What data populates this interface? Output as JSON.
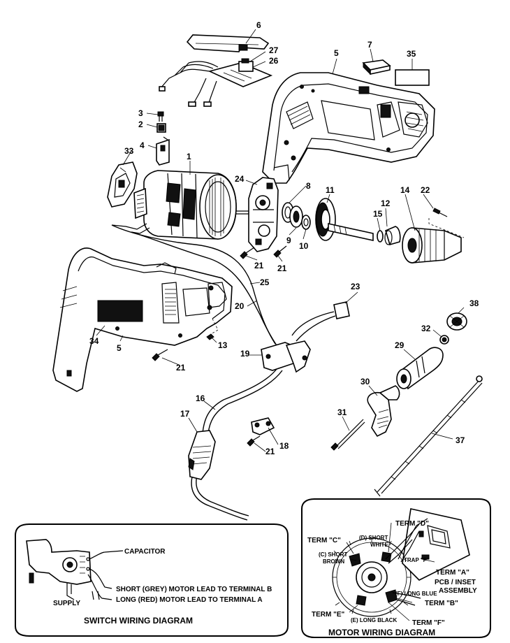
{
  "parts": {
    "p1": "1",
    "p2": "2",
    "p3": "3",
    "p4": "4",
    "p5a": "5",
    "p5b": "5",
    "p6": "6",
    "p7": "7",
    "p8": "8",
    "p9": "9",
    "p10": "10",
    "p11": "11",
    "p12": "12",
    "p13": "13",
    "p14": "14",
    "p15": "15",
    "p16": "16",
    "p17": "17",
    "p18": "18",
    "p19": "19",
    "p20": "20",
    "p21a": "21",
    "p21b": "21",
    "p21c": "21",
    "p21d": "21",
    "p22": "22",
    "p23": "23",
    "p24": "24",
    "p25": "25",
    "p26": "26",
    "p27": "27",
    "p29": "29",
    "p30": "30",
    "p31": "31",
    "p32": "32",
    "p33": "33",
    "p34": "34",
    "p35": "35",
    "p37": "37",
    "p38": "38"
  },
  "switch_diagram": {
    "title": "SWITCH WIRING DIAGRAM",
    "capacitor": "CAPACITOR",
    "supply": "SUPPLY",
    "lead_b": "SHORT (GREY) MOTOR LEAD TO TERMINAL B",
    "lead_a": "LONG (RED) MOTOR LEAD TO TERMINAL A"
  },
  "motor_diagram": {
    "title": "MOTOR WIRING DIAGRAM",
    "term_c": "TERM \"C\"",
    "term_d": "TERM \"D\"",
    "short_white_1": "(D) SHORT",
    "short_white_2": "WHITE",
    "short_brown_1": "(C) SHORT",
    "short_brown_2": "BROWN",
    "trap_p": "TRAP \"P\"",
    "term_a": "TERM \"A\"",
    "pcb_1": "PCB / INSET",
    "pcb_2": "ASSEMBLY",
    "long_blue": "(F) LONG BLUE",
    "term_b": "TERM \"B\"",
    "term_e": "TERM \"E\"",
    "long_black": "(E) LONG BLACK",
    "term_f": "TERM \"F\""
  }
}
